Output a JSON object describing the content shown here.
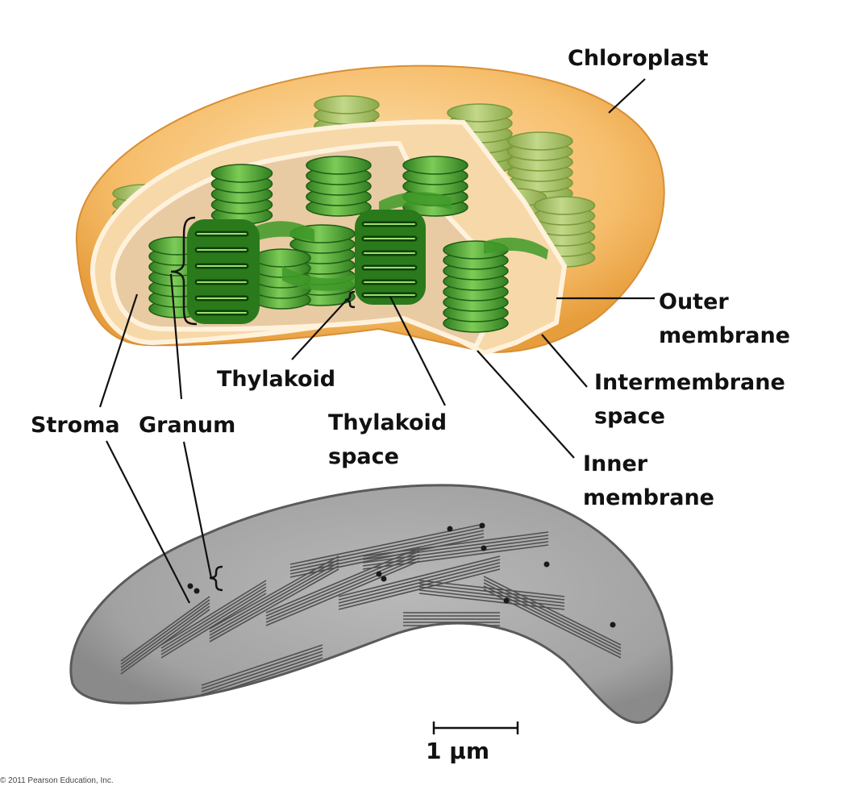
{
  "labels": {
    "chloroplast": "Chloroplast",
    "outer_membrane": [
      "Outer",
      "membrane"
    ],
    "intermembrane_space": [
      "Intermembrane",
      "space"
    ],
    "inner_membrane": [
      "Inner",
      "membrane"
    ],
    "thylakoid": "Thylakoid",
    "thylakoid_space": [
      "Thylakoid",
      "space"
    ],
    "stroma": "Stroma",
    "granum": "Granum"
  },
  "scale_bar": {
    "label": "1 µm"
  },
  "credit": "© 2011 Pearson Education, Inc.",
  "colors": {
    "outer_membrane": "#f2b35c",
    "intermembrane": "#fbd9a4",
    "stroma": "#e6c8a0",
    "grana": "#4fa634",
    "grana_dark": "#1f5f16",
    "grana_light": "#8fd56a",
    "micrograph": "#a6a6a6"
  }
}
